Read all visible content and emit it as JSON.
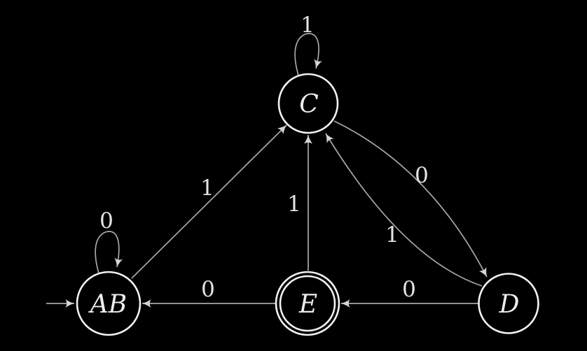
{
  "fsm": {
    "description": "Deterministic finite automaton state diagram on black background",
    "states": [
      {
        "id": "AB",
        "label": "AB",
        "start": true,
        "accepting": false
      },
      {
        "id": "C",
        "label": "C",
        "start": false,
        "accepting": false
      },
      {
        "id": "D",
        "label": "D",
        "start": false,
        "accepting": false
      },
      {
        "id": "E",
        "label": "E",
        "start": false,
        "accepting": true
      }
    ],
    "transitions": [
      {
        "from": "AB",
        "to": "AB",
        "label": "0"
      },
      {
        "from": "AB",
        "to": "C",
        "label": "1"
      },
      {
        "from": "C",
        "to": "C",
        "label": "1"
      },
      {
        "from": "C",
        "to": "D",
        "label": "0"
      },
      {
        "from": "D",
        "to": "C",
        "label": "1"
      },
      {
        "from": "D",
        "to": "E",
        "label": "0"
      },
      {
        "from": "E",
        "to": "AB",
        "label": "0"
      },
      {
        "from": "E",
        "to": "C",
        "label": "1"
      }
    ],
    "colors": {
      "background": "#000000",
      "node_stroke": "#f2f2f2",
      "edge_stroke": "#a8a8a8",
      "label": "#e8e8e8"
    }
  }
}
